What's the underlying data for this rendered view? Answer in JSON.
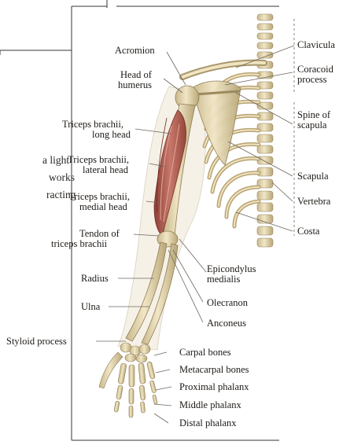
{
  "fragment_lines": [
    "a light",
    "works",
    "racting"
  ],
  "labels_left": {
    "head_humerus": [
      "Head of",
      "humerus"
    ],
    "triceps_long": [
      "Triceps brachii,",
      "long head"
    ],
    "triceps_lateral": [
      "Triceps brachii,",
      "lateral head"
    ],
    "triceps_medial": [
      "Triceps brachii,",
      "medial head"
    ],
    "tendon": [
      "Tendon of",
      "triceps brachii"
    ],
    "radius": "Radius",
    "ulna": "Ulna",
    "styloid": "Styloid process"
  },
  "labels_top": {
    "acromion": "Acromion"
  },
  "labels_right": {
    "clavicula": "Clavicula",
    "coracoid": [
      "Coracoid",
      "process"
    ],
    "spine_scapula": [
      "Spine of",
      "scapula"
    ],
    "scapula": "Scapula",
    "vertebra": "Vertebra",
    "costa": "Costa"
  },
  "labels_middle": {
    "epicondylus": [
      "Epicondylus",
      "medialis"
    ],
    "olecranon": "Olecranon",
    "anconeus": "Anconeus"
  },
  "labels_hand": {
    "carpal": "Carpal bones",
    "metacarpal": "Metacarpal bones",
    "proximal": "Proximal phalanx",
    "middle": "Middle phalanx",
    "distal": "Distal phalanx"
  },
  "colors": {
    "bone": "#e9dcb6",
    "bone_shade": "#b9a878",
    "muscle": "#b9665a",
    "muscle_dark": "#8c3f36",
    "frame": "#3a3430"
  }
}
